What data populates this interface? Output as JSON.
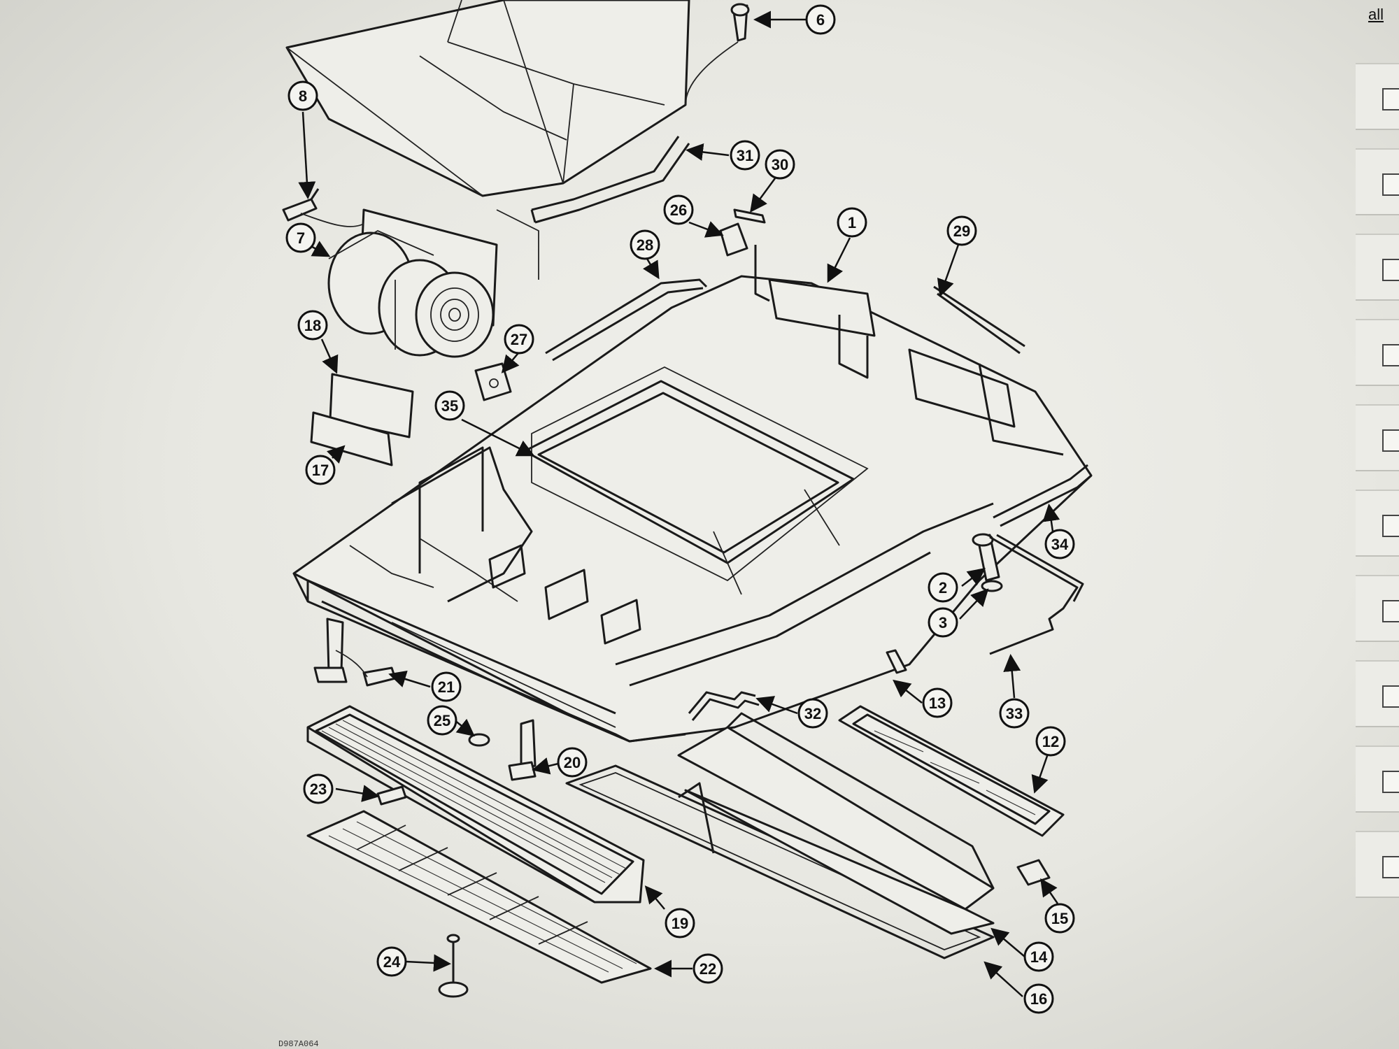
{
  "top_link": "all",
  "drawing_code": "D987A064",
  "callouts": {
    "c1": "1",
    "c2": "2",
    "c3": "3",
    "c6": "6",
    "c7": "7",
    "c8": "8",
    "c12": "12",
    "c13": "13",
    "c14": "14",
    "c15": "15",
    "c16": "16",
    "c17": "17",
    "c18": "18",
    "c19": "19",
    "c20": "20",
    "c21": "21",
    "c22": "22",
    "c23": "23",
    "c24": "24",
    "c25": "25",
    "c26": "26",
    "c27": "27",
    "c28": "28",
    "c29": "29",
    "c30": "30",
    "c31": "31",
    "c32": "32",
    "c33": "33",
    "c34": "34",
    "c35": "35"
  }
}
